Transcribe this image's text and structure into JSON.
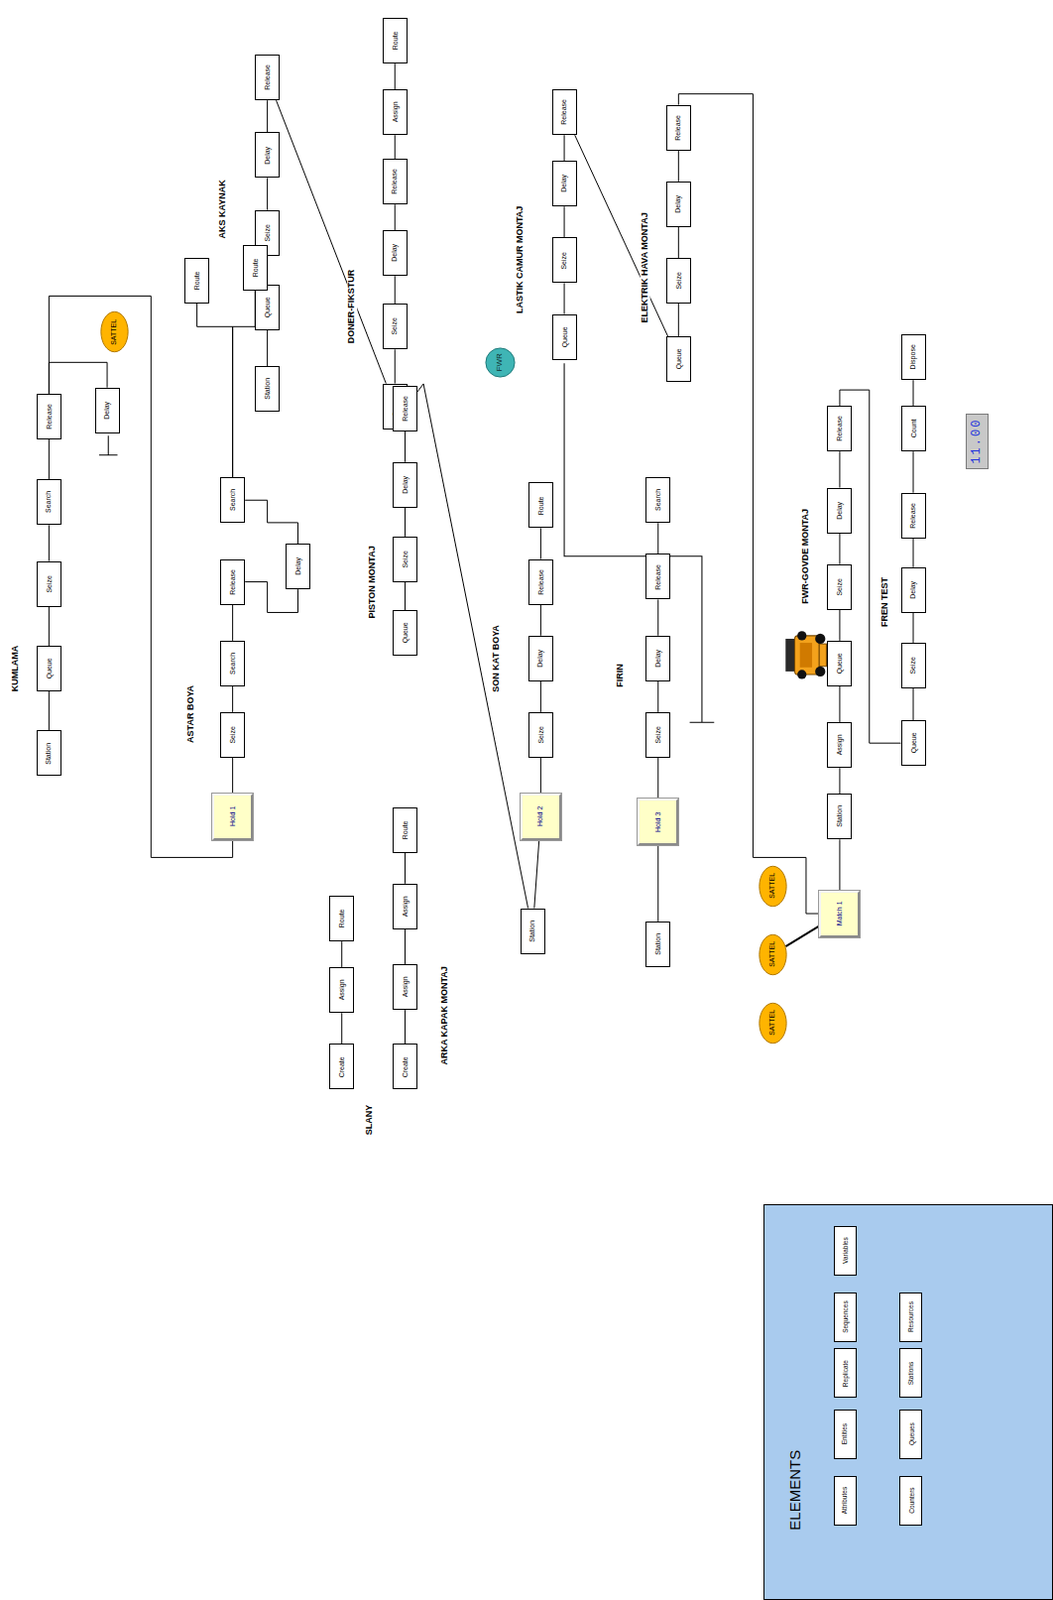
{
  "diagram": {
    "nodes": [
      {
        "text": [
          "Station"
        ]
      },
      {
        "text": [
          "Queue"
        ]
      },
      {
        "text": [
          "Seize"
        ]
      },
      {
        "text": [
          "Delay"
        ]
      },
      {
        "text": [
          "Release"
        ]
      },
      {
        "text": [
          "Queue"
        ]
      },
      {
        "text": [
          "Seize"
        ]
      },
      {
        "text": [
          "Delay"
        ]
      },
      {
        "text": [
          "Release"
        ]
      },
      {
        "text": [
          "Assign"
        ]
      },
      {
        "text": [
          "Route"
        ]
      },
      {
        "text": [
          "FWR"
        ]
      },
      {
        "text": [
          "Queue"
        ]
      },
      {
        "text": [
          "Seize"
        ]
      },
      {
        "text": [
          "Delay"
        ]
      },
      {
        "text": [
          "Release"
        ]
      },
      {
        "text": [
          "Queue"
        ]
      },
      {
        "text": [
          "Seize"
        ]
      },
      {
        "text": [
          "Delay"
        ]
      },
      {
        "text": [
          "Release"
        ]
      },
      {
        "text": [
          "Station"
        ]
      },
      {
        "text": [
          "Queue"
        ]
      },
      {
        "text": [
          "Seize"
        ]
      },
      {
        "text": [
          "Search"
        ]
      },
      {
        "text": [
          "Release"
        ]
      },
      {
        "text": [
          "Delay"
        ]
      },
      {
        "text": [
          "SATTEL"
        ]
      },
      {
        "text": [
          "Hold 1"
        ]
      },
      {
        "text": [
          "Seize"
        ]
      },
      {
        "text": [
          "Search"
        ]
      },
      {
        "text": [
          "Release"
        ]
      },
      {
        "text": [
          "Delay"
        ]
      },
      {
        "text": [
          "Search"
        ]
      },
      {
        "text": [
          "Route"
        ]
      },
      {
        "text": [
          "Route"
        ]
      },
      {
        "text": [
          "Queue"
        ]
      },
      {
        "text": [
          "Seize"
        ]
      },
      {
        "text": [
          "Delay"
        ]
      },
      {
        "text": [
          "Release"
        ]
      },
      {
        "text": [
          "Station"
        ]
      },
      {
        "text": [
          "Hold 2"
        ]
      },
      {
        "text": [
          "Seize"
        ]
      },
      {
        "text": [
          "Delay"
        ]
      },
      {
        "text": [
          "Release"
        ]
      },
      {
        "text": [
          "Route"
        ]
      },
      {
        "text": [
          "Station"
        ]
      },
      {
        "text": [
          "Hold 3"
        ]
      },
      {
        "text": [
          "Seize"
        ]
      },
      {
        "text": [
          "Delay"
        ]
      },
      {
        "text": [
          "Release"
        ]
      },
      {
        "text": [
          "Search"
        ]
      },
      {
        "text": [
          "SATTEL"
        ]
      },
      {
        "text": [
          "SATTEL"
        ]
      },
      {
        "text": [
          "SATTEL"
        ]
      },
      {
        "text": [
          "Match 1"
        ]
      },
      {
        "text": [
          "Station"
        ]
      },
      {
        "text": [
          "Assign"
        ]
      },
      {
        "text": [
          "Queue"
        ]
      },
      {
        "text": [
          "Seize"
        ]
      },
      {
        "text": [
          "Delay"
        ]
      },
      {
        "text": [
          "Release"
        ]
      },
      {
        "text": [
          "Queue"
        ]
      },
      {
        "text": [
          "Seize"
        ]
      },
      {
        "text": [
          "Delay"
        ]
      },
      {
        "text": [
          "Release"
        ]
      },
      {
        "text": [
          "Count"
        ]
      },
      {
        "text": [
          "Dispose"
        ]
      },
      {
        "text": [
          "11.00"
        ]
      },
      {
        "text": [
          "Create"
        ]
      },
      {
        "text": [
          "Assign"
        ]
      },
      {
        "text": [
          "Route"
        ]
      },
      {
        "text": [
          "Create"
        ]
      },
      {
        "text": [
          "Assign"
        ]
      },
      {
        "text": [
          "Assign"
        ]
      },
      {
        "text": [
          "Route"
        ]
      },
      {
        "text": [
          "ELEMENTS"
        ]
      },
      {
        "text": [
          "Attributes"
        ],
        "in": 75
      },
      {
        "text": [
          "Entities"
        ],
        "in": 75
      },
      {
        "text": [
          "Replicate"
        ],
        "in": 75
      },
      {
        "text": [
          "Sequences"
        ],
        "in": 75
      },
      {
        "text": [
          "Variables"
        ],
        "in": 75
      },
      {
        "text": [
          "Counters"
        ],
        "in": 75
      },
      {
        "text": [
          "Queues"
        ],
        "in": 75
      },
      {
        "text": [
          "Stations"
        ],
        "in": 75
      },
      {
        "text": [
          "Resources"
        ],
        "in": 75
      }
    ],
    "edges": [
      {
        "from": 0,
        "to": 1,
        "arrow": "none"
      },
      {
        "from": 1,
        "to": 2,
        "arrow": "none"
      },
      {
        "from": 2,
        "to": 3,
        "arrow": "none"
      },
      {
        "from": 3,
        "to": 4,
        "arrow": "none"
      },
      {
        "from": 4,
        "to": 5,
        "arrow": "none"
      },
      {
        "from": 5,
        "to": 6,
        "arrow": "none"
      },
      {
        "from": 6,
        "to": 7,
        "arrow": "none"
      },
      {
        "from": 7,
        "to": 8,
        "arrow": "none"
      },
      {
        "from": 8,
        "to": 9,
        "arrow": "none"
      },
      {
        "from": 9,
        "to": 10,
        "arrow": "none"
      },
      {
        "from": 12,
        "to": 13,
        "arrow": "none"
      },
      {
        "from": 13,
        "to": 14,
        "arrow": "none"
      },
      {
        "from": 14,
        "to": 15,
        "arrow": "none"
      },
      {
        "from": 15,
        "to": 16,
        "arrow": "none"
      },
      {
        "from": 16,
        "to": 17,
        "arrow": "none"
      },
      {
        "from": 17,
        "to": 18,
        "arrow": "none"
      },
      {
        "from": 18,
        "to": 19,
        "arrow": "none"
      },
      {
        "from": 19,
        "to": 54,
        "arrow": "none"
      },
      {
        "from": 20,
        "to": 21,
        "arrow": "none"
      },
      {
        "from": 21,
        "to": 22,
        "arrow": "none"
      },
      {
        "from": 22,
        "to": 23,
        "arrow": "none"
      },
      {
        "from": 23,
        "to": 24,
        "arrow": "none"
      },
      {
        "from": 24,
        "to": 25,
        "arrow": "none"
      },
      {
        "from": 24,
        "to": 27,
        "arrow": "none"
      },
      {
        "from": 27,
        "to": 28,
        "arrow": "none"
      },
      {
        "from": 28,
        "to": 29,
        "arrow": "none"
      },
      {
        "from": 29,
        "to": 30,
        "arrow": "none"
      },
      {
        "from": 30,
        "to": 31,
        "arrow": "none"
      },
      {
        "from": 31,
        "to": 32,
        "arrow": "none"
      },
      {
        "from": 32,
        "to": 33,
        "arrow": "none"
      },
      {
        "from": 32,
        "to": 34,
        "arrow": "none"
      },
      {
        "from": 35,
        "to": 36,
        "arrow": "none"
      },
      {
        "from": 36,
        "to": 37,
        "arrow": "none"
      },
      {
        "from": 37,
        "to": 38,
        "arrow": "none"
      },
      {
        "from": 38,
        "to": 39,
        "arrow": "none"
      },
      {
        "from": 39,
        "to": 40,
        "arrow": "none"
      },
      {
        "from": 40,
        "to": 41,
        "arrow": "none"
      },
      {
        "from": 41,
        "to": 42,
        "arrow": "none"
      },
      {
        "from": 42,
        "to": 43,
        "arrow": "none"
      },
      {
        "from": 43,
        "to": 44,
        "arrow": "none"
      },
      {
        "from": 45,
        "to": 46,
        "arrow": "none"
      },
      {
        "from": 46,
        "to": 47,
        "arrow": "none"
      },
      {
        "from": 47,
        "to": 48,
        "arrow": "none"
      },
      {
        "from": 48,
        "to": 49,
        "arrow": "none"
      },
      {
        "from": 49,
        "to": 50,
        "arrow": "none"
      },
      {
        "from": 52,
        "to": 54,
        "arrow": "none"
      },
      {
        "from": 54,
        "to": 55,
        "arrow": "none"
      },
      {
        "from": 55,
        "to": 56,
        "arrow": "none"
      },
      {
        "from": 56,
        "to": 57,
        "arrow": "none"
      },
      {
        "from": 57,
        "to": 58,
        "arrow": "none"
      },
      {
        "from": 58,
        "to": 59,
        "arrow": "none"
      },
      {
        "from": 59,
        "to": 60,
        "arrow": "none"
      },
      {
        "from": 60,
        "to": 61,
        "arrow": "none"
      },
      {
        "from": 61,
        "to": 62,
        "arrow": "none"
      },
      {
        "from": 62,
        "to": 63,
        "arrow": "none"
      },
      {
        "from": 63,
        "to": 64,
        "arrow": "none"
      },
      {
        "from": 64,
        "to": 65,
        "arrow": "none"
      },
      {
        "from": 65,
        "to": 66,
        "arrow": "none"
      },
      {
        "from": 68,
        "to": 69,
        "arrow": "none"
      },
      {
        "from": 69,
        "to": 70,
        "arrow": "none"
      },
      {
        "from": 71,
        "to": 72,
        "arrow": "none"
      },
      {
        "from": 72,
        "to": 73,
        "arrow": "none"
      },
      {
        "from": 73,
        "to": 74,
        "arrow": "none"
      }
    ],
    "labels": [
      "AKS KAYNAK",
      "DONER-FIKSTUR",
      "LASTIK CAMUR MONTAJ",
      "ELEKTRIK HAVA MONTAJ",
      "KUMLAMA",
      "ASTAR BOYA",
      "PISTON MONTAJ",
      "SON KAT BOYA",
      "FIRIN",
      "FWR-GOVDE MONTAJ",
      "FREN TEST",
      "SLANY",
      "ARKA KAPAK MONTAJ"
    ]
  }
}
